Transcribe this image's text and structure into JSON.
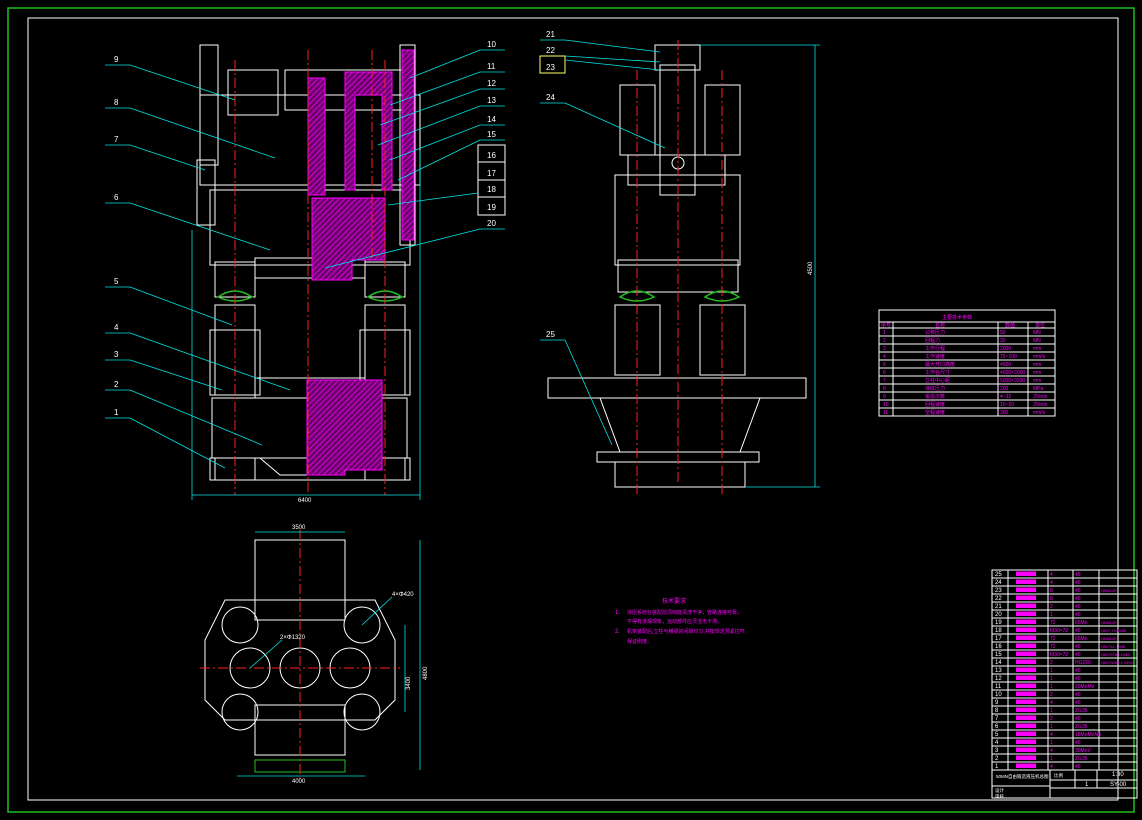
{
  "leaders": {
    "front": [
      "1",
      "2",
      "3",
      "4",
      "5",
      "6",
      "7",
      "8",
      "9",
      "10",
      "11",
      "12",
      "13",
      "14",
      "15",
      "16",
      "17",
      "18",
      "19",
      "20"
    ],
    "side": [
      "21",
      "22",
      "23",
      "24",
      "25"
    ]
  },
  "dimensions": {
    "front_width": "6400",
    "side_height": "4500",
    "plan_top": "3500",
    "plan_bottom": "4000",
    "plan_right_outer": "4800",
    "plan_right_inner": "3400",
    "plan_note1": "4×Φ420",
    "plan_note2": "2×Φ1320"
  },
  "tech_requirements": {
    "title": "技术要求",
    "items": [
      {
        "num": "1.",
        "lines": [
          "液压系统在装配前须彻底清洗干净，管路连接可靠，",
          "不得有渗漏现象，运动部件应灵活无卡滞。"
        ]
      },
      {
        "num": "2.",
        "lines": [
          "机架装配后,立柱与横梁的间隙均匀,并按规定预紧拉杆,",
          "保证刚度。"
        ]
      }
    ]
  },
  "param_table": {
    "title": "主要技术参数",
    "headers": [
      "序号",
      "名称",
      "",
      "数值",
      "单位"
    ],
    "rows": [
      {
        "n": "1",
        "name": "公称压力",
        "value": "50",
        "unit": "MN"
      },
      {
        "n": "2",
        "name": "回程力",
        "value": "30",
        "unit": "MN"
      },
      {
        "n": "3",
        "name": "工作行程",
        "value": "2000",
        "unit": "mm"
      },
      {
        "n": "4",
        "name": "工作速度",
        "value": "75~100",
        "unit": "mm/s"
      },
      {
        "n": "5",
        "name": "最大开口高度",
        "value": "4500",
        "unit": "mm"
      },
      {
        "n": "6",
        "name": "工作台尺寸",
        "value": "4000×3000",
        "unit": "mm"
      },
      {
        "n": "7",
        "name": "立柱中心距",
        "value": "5000×3500",
        "unit": "mm"
      },
      {
        "n": "8",
        "name": "液体压力",
        "value": "200",
        "unit": "MPa"
      },
      {
        "n": "9",
        "name": "锻造次数",
        "value": "4~12",
        "unit": "次/min"
      },
      {
        "n": "10",
        "name": "回程速度",
        "value": "10~20",
        "unit": "次/min"
      },
      {
        "n": "11",
        "name": "空程速度",
        "value": "300",
        "unit": "mm/s"
      }
    ]
  },
  "bom": [
    {
      "n": "25",
      "qty": "4",
      "mat": "45",
      "std": ""
    },
    {
      "n": "24",
      "qty": "4",
      "mat": "45",
      "std": ""
    },
    {
      "n": "23",
      "qty": "8",
      "mat": "45",
      "std": "GB91-87"
    },
    {
      "n": "22",
      "qty": "8",
      "mat": "45",
      "std": ""
    },
    {
      "n": "21",
      "qty": "2",
      "mat": "45",
      "std": ""
    },
    {
      "n": "20",
      "qty": "1",
      "mat": "45",
      "std": ""
    },
    {
      "n": "19",
      "qty": "72",
      "mat": "65Mn",
      "std": "GB93-87"
    },
    {
      "n": "18",
      "qty": "M30×72",
      "mat": "45",
      "std": "GB/T 70-1985"
    },
    {
      "n": "17",
      "qty": "72",
      "mat": "65Mn",
      "std": "GB93-87"
    },
    {
      "n": "16",
      "qty": "72",
      "mat": "45",
      "std": "GB/T41-1986"
    },
    {
      "n": "15",
      "qty": "M30×72",
      "mat": "45",
      "std": "GB/T5780-1986"
    },
    {
      "n": "14",
      "qty": "2",
      "mat": "HG150",
      "std": "GB/T3452.1-1992"
    },
    {
      "n": "13",
      "qty": "1",
      "mat": "45",
      "std": ""
    },
    {
      "n": "12",
      "qty": "1",
      "mat": "45",
      "std": ""
    },
    {
      "n": "11",
      "qty": "1",
      "mat": "20MnMo",
      "std": ""
    },
    {
      "n": "10",
      "qty": "2",
      "mat": "45",
      "std": ""
    },
    {
      "n": "9",
      "qty": "4",
      "mat": "45",
      "std": ""
    },
    {
      "n": "8",
      "qty": "1",
      "mat": "ZG35",
      "std": ""
    },
    {
      "n": "7",
      "qty": "2",
      "mat": "45",
      "std": ""
    },
    {
      "n": "6",
      "qty": "1",
      "mat": "ZG35",
      "std": ""
    },
    {
      "n": "5",
      "qty": "4",
      "mat": "18MnMoNb",
      "std": ""
    },
    {
      "n": "4",
      "qty": "1",
      "mat": "45",
      "std": ""
    },
    {
      "n": "3",
      "qty": "4",
      "mat": "30MnV",
      "std": ""
    },
    {
      "n": "2",
      "qty": "1",
      "mat": "ZG35",
      "std": ""
    },
    {
      "n": "1",
      "qty": "4",
      "mat": "45",
      "std": ""
    }
  ],
  "title_block": {
    "drawing_name": "50MN自由锻造液压机总图",
    "scale_label": "比例",
    "scale": "1:30",
    "sheet": "1",
    "drawing_no": "SY-00",
    "designer_label": "设计",
    "checker_label": "审核"
  }
}
